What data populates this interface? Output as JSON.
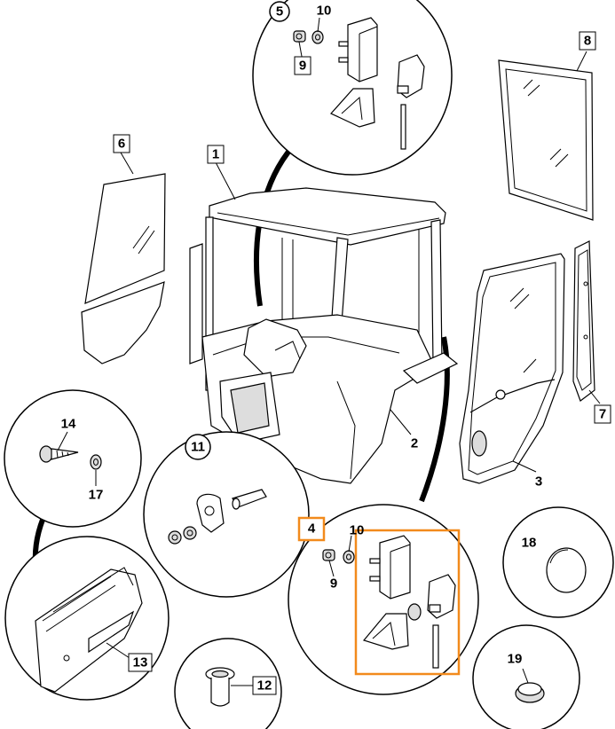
{
  "callouts": {
    "c1": "1",
    "c2": "2",
    "c3": "3",
    "c4": "4",
    "c5": "5",
    "c6": "6",
    "c7": "7",
    "c8": "8",
    "c9a": "9",
    "c9b": "9",
    "c10a": "10",
    "c10b": "10",
    "c11": "11",
    "c12": "12",
    "c13": "13",
    "c14": "14",
    "c17": "17",
    "c18": "18",
    "c19": "19"
  },
  "highlight_color": "#f28a1c"
}
